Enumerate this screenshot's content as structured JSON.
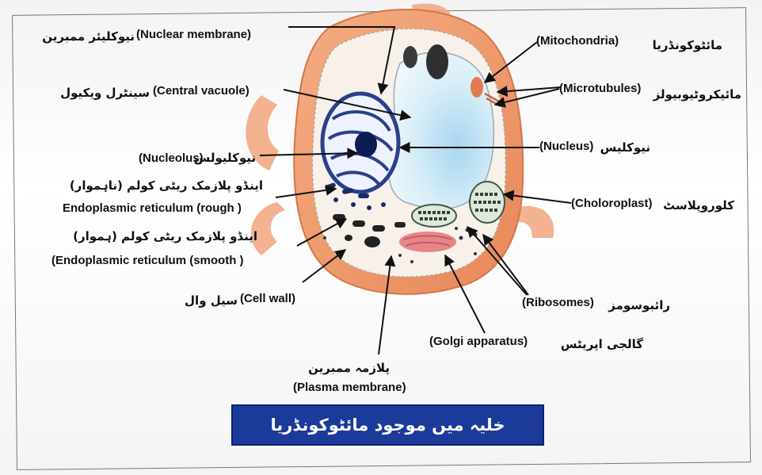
{
  "labels": {
    "nuclear_membrane": "(Nuclear membrane)",
    "nuclear_membrane_ur": "نیوکلیئر ممبرین",
    "central_vacuole": "(Central vacuole)",
    "central_vacuole_ur": "سینٹرل ویکیول",
    "nucleolus": "(Nucleolus)",
    "nucleolus_ur": "نیوکلیولس",
    "er_rough_ur": "اینڈو پلازمک ریٹی کولم (ناہموار)",
    "er_rough": "Endoplasmic reticulum (rough )",
    "er_smooth_ur": "اینڈو پلازمک ریٹی کولم (ہموار)",
    "er_smooth": "(Endoplasmic reticulum (smooth )",
    "cell_wall": "(Cell wall)",
    "cell_wall_ur": "سیل وال",
    "plasma_membrane_ur": "پلازمہ ممبرین",
    "plasma_membrane": "(Plasma membrane)",
    "golgi": "(Golgi apparatus)",
    "golgi_ur": "گالجی اپریٹس",
    "ribosomes": "(Ribosomes)",
    "ribosomes_ur": "رائبوسومز",
    "chloroplast": "(Choloroplast)",
    "chloroplast_ur": "کلوروپلاسٹ",
    "nucleus": "(Nucleus)",
    "nucleus_ur": "نیوکلیس",
    "microtubules": "(Microtubules)",
    "microtubules_ur": "مائیکروٹیوبیولز",
    "mitochondria": "(Mitochondria)",
    "mitochondria_ur": "مائٹوکونڈریا"
  },
  "caption": "خلیہ میں موجود مائٹوکونڈریا",
  "colors": {
    "cell_wall": "#ef9a6a",
    "cytoplasm": "#f7f1ea",
    "vacuole": "#d9eef8",
    "nucleus": "#2b3f8a",
    "chloroplast": "#3f5a44",
    "golgi": "#e5868a",
    "caption_bg": "#1b3a9a"
  }
}
